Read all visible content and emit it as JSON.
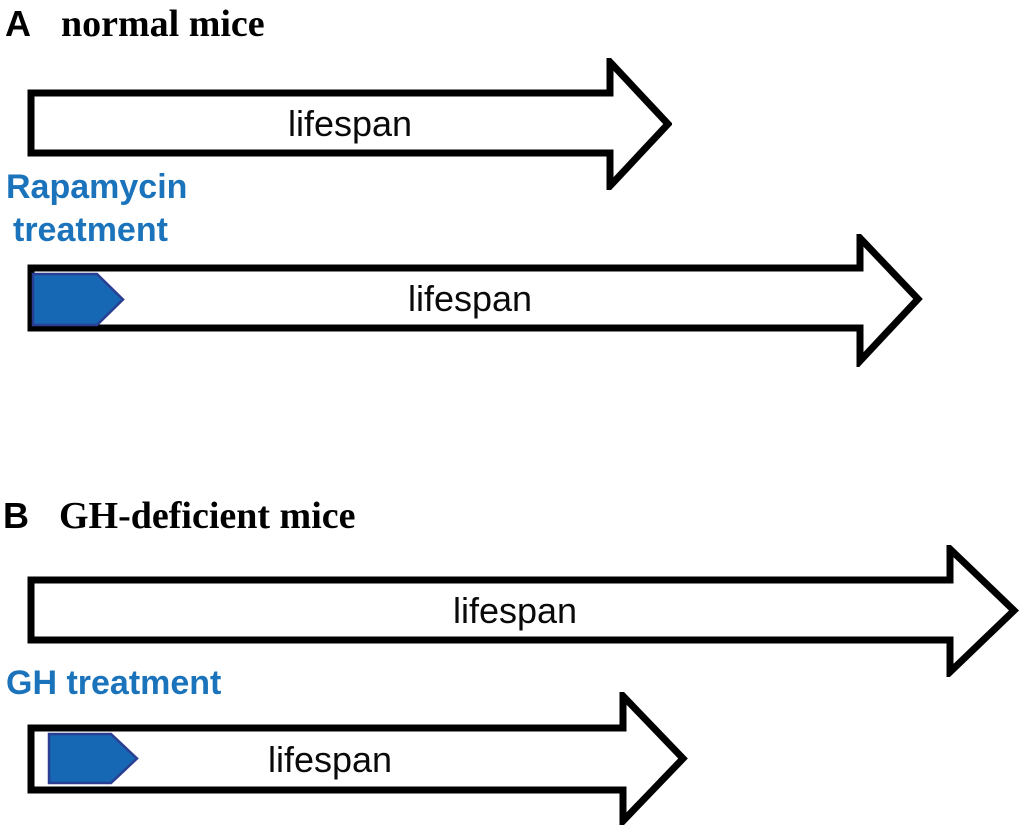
{
  "figure": {
    "background": "#ffffff",
    "description_texts": {
      "lifespan": "lifespan"
    }
  },
  "colors": {
    "arrow_outline": "#000000",
    "arrow_fill": "#ffffff",
    "lifespan_text": "#0a0a0a",
    "treatment_marker_fill": "#1667b4",
    "treatment_marker_stroke": "#2b3f92",
    "treatment_label_text": "#1b73bb",
    "title_text": "#000000"
  },
  "panel_a": {
    "letter": "A",
    "title": "normal mice",
    "arrow_untreated": {
      "label": "lifespan"
    },
    "treatment_label": {
      "line1": "Rapamycin",
      "line2": "treatment"
    },
    "arrow_treated": {
      "label": "lifespan"
    }
  },
  "panel_b": {
    "letter": "B",
    "title": "GH-deficient mice",
    "arrow_untreated": {
      "label": "lifespan"
    },
    "treatment_label": {
      "line1": "GH treatment"
    },
    "arrow_treated": {
      "label": "lifespan"
    }
  }
}
